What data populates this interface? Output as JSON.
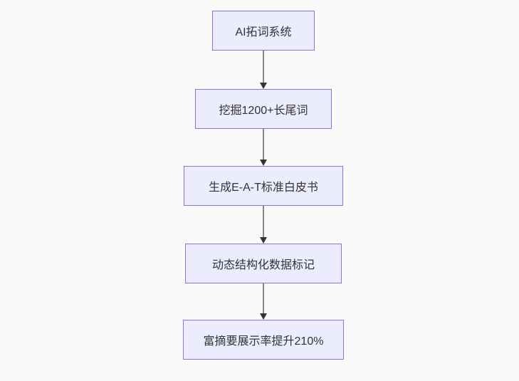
{
  "diagram": {
    "type": "flowchart",
    "direction": "top-down",
    "nodes": [
      {
        "id": "n1",
        "label": "AI拓词系统"
      },
      {
        "id": "n2",
        "label": "挖掘1200+长尾词"
      },
      {
        "id": "n3",
        "label": "生成E-A-T标准白皮书"
      },
      {
        "id": "n4",
        "label": "动态结构化数据标记"
      },
      {
        "id": "n5",
        "label": "富摘要展示率提升210%"
      }
    ],
    "edges": [
      {
        "from": "n1",
        "to": "n2",
        "arrow": "down"
      },
      {
        "from": "n2",
        "to": "n3",
        "arrow": "down"
      },
      {
        "from": "n3",
        "to": "n4",
        "arrow": "down"
      },
      {
        "from": "n4",
        "to": "n5",
        "arrow": "down"
      }
    ],
    "colors": {
      "background": "#fafafa",
      "node_fill": "#ECECFF",
      "node_border": "#9370DB",
      "edge_line": "#888888",
      "arrowhead": "#333333",
      "text": "#333333"
    }
  }
}
